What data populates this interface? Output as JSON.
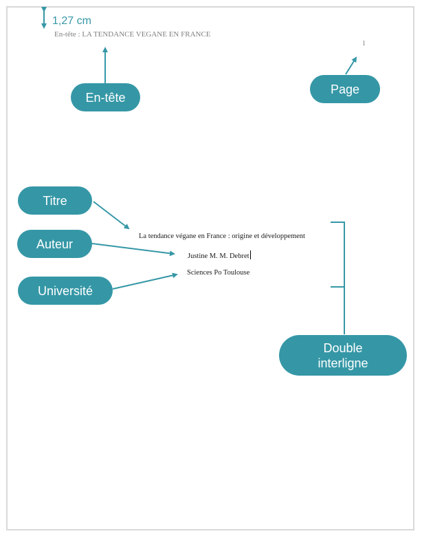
{
  "document": {
    "header_text": "En-tête : LA TENDANCE VEGANE EN FRANCE",
    "page_number": "1",
    "title": "La tendance végane en France : origine et développement",
    "author": "Justine M. M. Debret",
    "university": "Sciences Po Toulouse"
  },
  "annotations": {
    "margin_measure": "1,27 cm",
    "header_label": "En-tête",
    "page_label": "Page",
    "title_label": "Titre",
    "author_label": "Auteur",
    "university_label": "Université",
    "spacing_label_line1": "Double",
    "spacing_label_line2": "interligne"
  },
  "colors": {
    "accent": "#3597a6",
    "page_border": "#d9d9d9",
    "header_text": "#7f7f7f",
    "body_text": "#1a1a1a"
  }
}
